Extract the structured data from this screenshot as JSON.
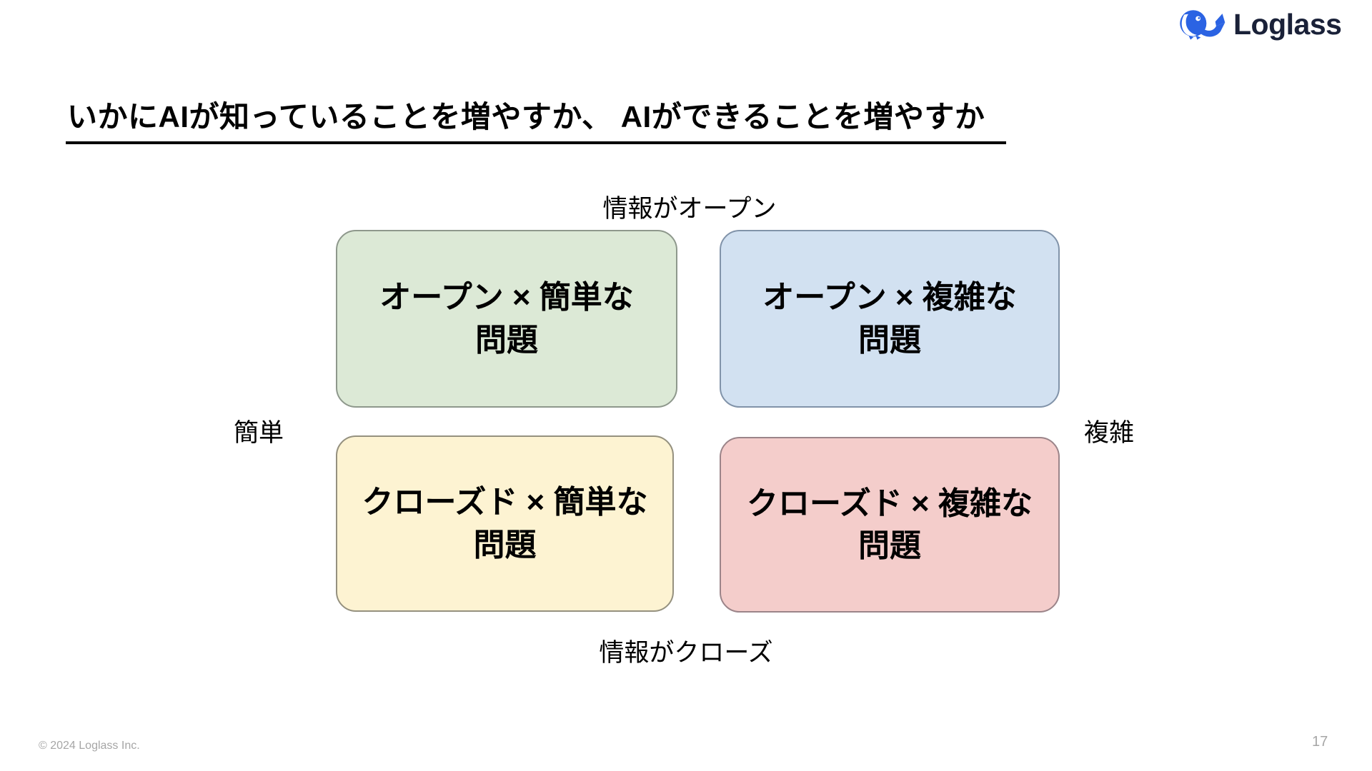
{
  "slide": {
    "title": "いかにAIが知っていることを増やすか、 AIができることを増やすか",
    "footer_copyright": "© 2024 Loglass Inc.",
    "page_number": "17",
    "background_color": "#FFFFFF"
  },
  "logo": {
    "wordmark": "Loglass",
    "icon": "loglass-whale-icon",
    "icon_color": "#2B63E3",
    "wordmark_color": "#1A2138"
  },
  "matrix": {
    "axis_labels": {
      "top": "情報がオープン",
      "bottom": "情報がクローズ",
      "left": "簡単",
      "right": "複雑"
    },
    "quadrants": [
      {
        "name": "open-easy",
        "label": "オープン × 簡単な\n問題",
        "fill": "#DCE9D6",
        "border_color": "#8E988C"
      },
      {
        "name": "open-complex",
        "label": "オープン × 複雑な\n問題",
        "fill": "#D2E1F1",
        "border_color": "#8193A9"
      },
      {
        "name": "closed-easy",
        "label": "クローズド × 簡単な\n問題",
        "fill": "#FDF3D2",
        "border_color": "#95917F"
      },
      {
        "name": "closed-complex",
        "label": "クローズド × 複雑な\n問題",
        "fill": "#F4CDCB",
        "border_color": "#9B8489"
      }
    ]
  }
}
